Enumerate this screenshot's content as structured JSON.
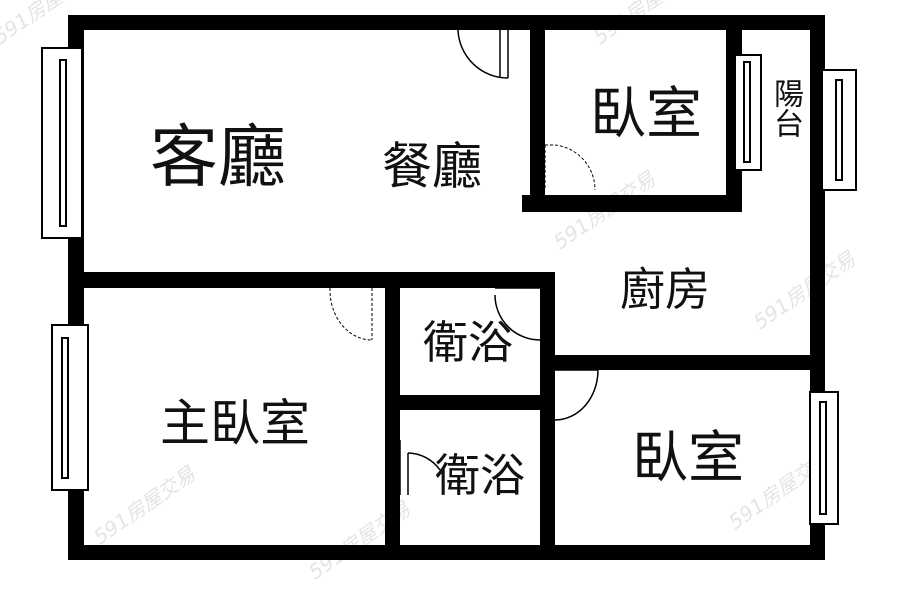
{
  "watermark": "591房屋交易",
  "rooms": {
    "living_room": "客廳",
    "dining_room": "餐廳",
    "bedroom_top": "臥室",
    "balcony": "陽台",
    "kitchen": "廚房",
    "bathroom_1": "衛浴",
    "master_bedroom": "主臥室",
    "bathroom_2": "衛浴",
    "bedroom_bottom": "臥室"
  }
}
